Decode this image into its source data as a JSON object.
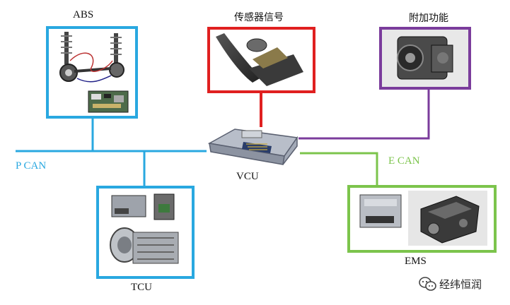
{
  "nodes": {
    "abs": {
      "label": "ABS"
    },
    "sensor": {
      "label": "传感器信号"
    },
    "addon": {
      "label": "附加功能"
    },
    "vcu": {
      "label": "VCU"
    },
    "tcu": {
      "label": "TCU"
    },
    "ems": {
      "label": "EMS"
    }
  },
  "buses": {
    "p_can": {
      "label": "P CAN",
      "color": "#29a8e0"
    },
    "e_can": {
      "label": "E CAN",
      "color": "#7cc44c"
    }
  },
  "colors": {
    "abs_border": "#29a8e0",
    "tcu_border": "#29a8e0",
    "sensor_border": "#e02020",
    "addon_border": "#7b3c9c",
    "ems_border": "#7cc44c"
  },
  "watermark": {
    "text": "经纬恒润",
    "icon": "wechat-icon"
  }
}
